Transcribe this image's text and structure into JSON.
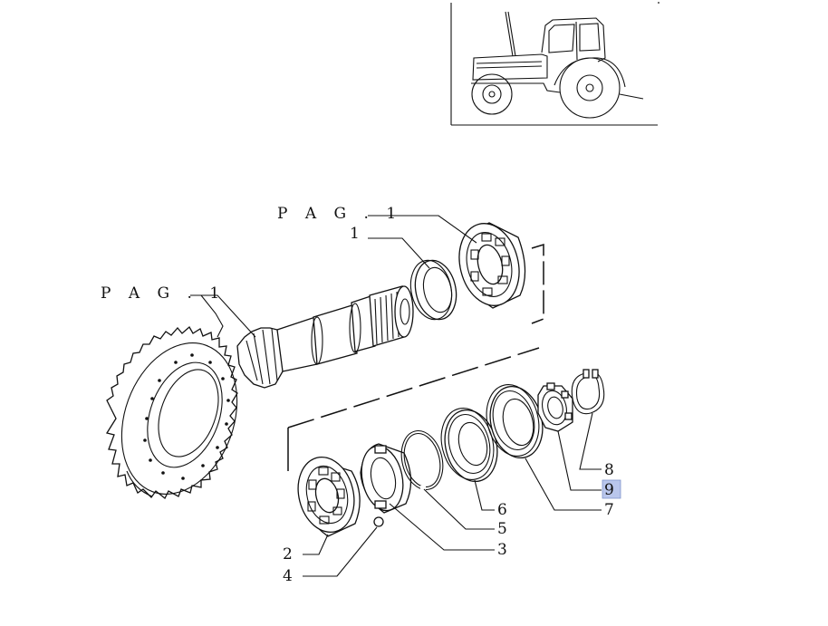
{
  "diagram": {
    "labels": {
      "pag_top": "P A G . 1",
      "pag_left": "P A G . 1",
      "c1": "1",
      "c2": "2",
      "c3": "3",
      "c4": "4",
      "c5": "5",
      "c6": "6",
      "c7": "7",
      "c8": "8",
      "c9": "9"
    },
    "highlighted_callout": "9",
    "highlight_color": "#b9c6ec"
  },
  "thumbnail": {
    "icon": "tractor-icon"
  }
}
